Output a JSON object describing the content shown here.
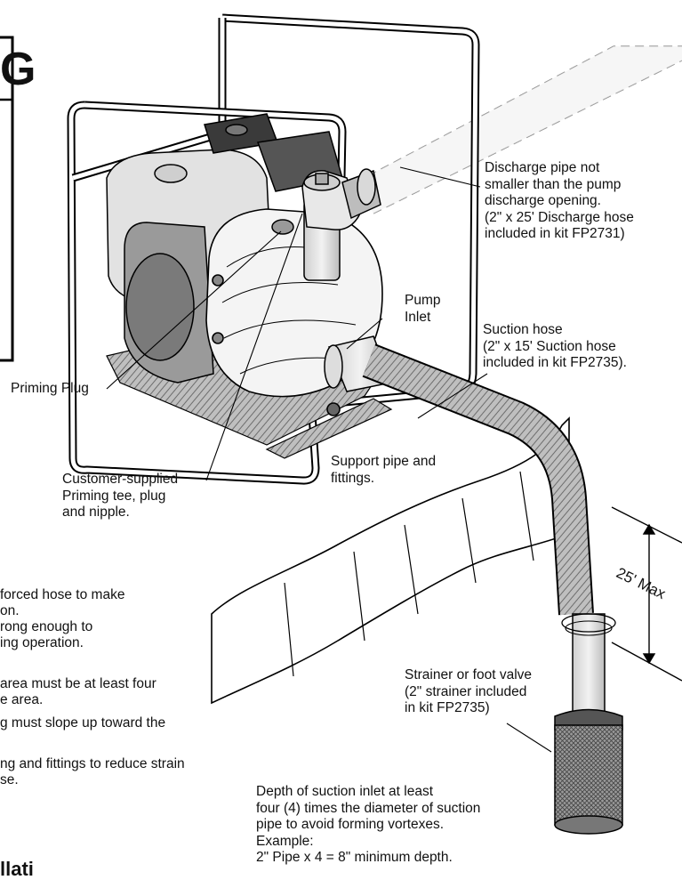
{
  "warning_box": {
    "letter": "G"
  },
  "labels": {
    "discharge": "Discharge pipe not\nsmaller than the pump\ndischarge opening.\n(2\" x 25' Discharge hose\nincluded in kit FP2731)",
    "pump_inlet": "Pump\nInlet",
    "suction_hose": "Suction hose\n(2\" x 15' Suction hose\nincluded in kit FP2735).",
    "priming_plug": "Priming Plug",
    "customer_supplied": "Customer-supplied\nPriming tee, plug\nand nipple.",
    "support_pipe": "Support pipe and\nfittings.",
    "depth_max": "25' Max",
    "strainer": "Strainer or foot valve\n(2\" strainer included\nin kit FP2735)",
    "depth_note": "Depth of suction inlet at least\nfour (4) times the diameter of suction\npipe to avoid forming vortexes.\nExample:\n2\" Pipe x 4 = 8\" minimum depth."
  },
  "left_notes": {
    "line1": "forced hose to make",
    "line2": "on.",
    "line3": "rong enough to",
    "line4": "ing operation.",
    "line5": "area must be at least four",
    "line6": "e area.",
    "line7": "g must slope up toward the",
    "line8": "ng and fittings to reduce strain",
    "line9": "se."
  },
  "bottom_heading": "llati"
}
